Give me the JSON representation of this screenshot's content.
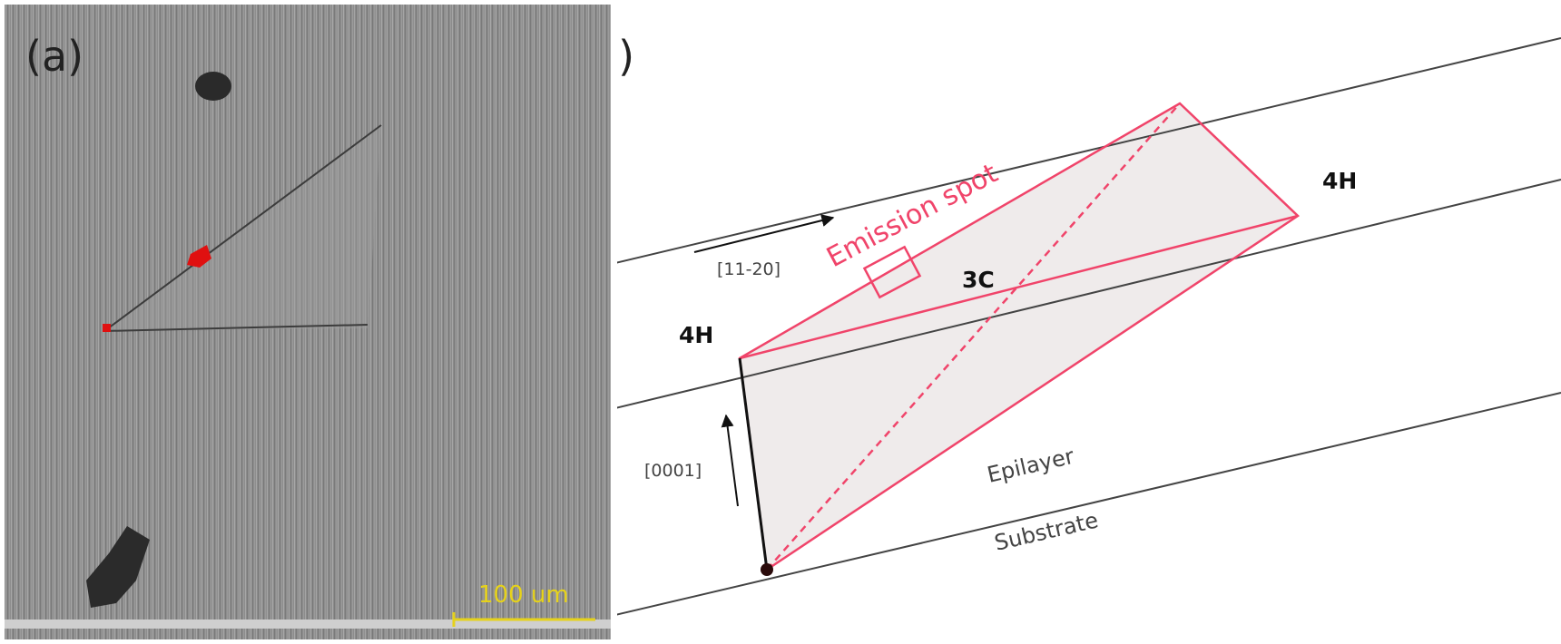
{
  "panel_a": {
    "label": "(a)",
    "scale_bar_label": "100 um",
    "colors": {
      "scale_bar": "#e6d21a",
      "emission": "#e01010",
      "background": "#8d8d8d"
    }
  },
  "panel_b": {
    "label": "(b)",
    "emission_label": "Emission spot",
    "label_3c": "3C",
    "label_4h_left": "4H",
    "label_4h_right": "4H",
    "direction_1120": "[11-20]",
    "direction_0001": "[0001]",
    "epilayer_label": "Epilayer",
    "substrate_label": "Substrate",
    "colors": {
      "accent": "#f0446a",
      "fill": "#efebeb",
      "lines": "#444444"
    }
  }
}
